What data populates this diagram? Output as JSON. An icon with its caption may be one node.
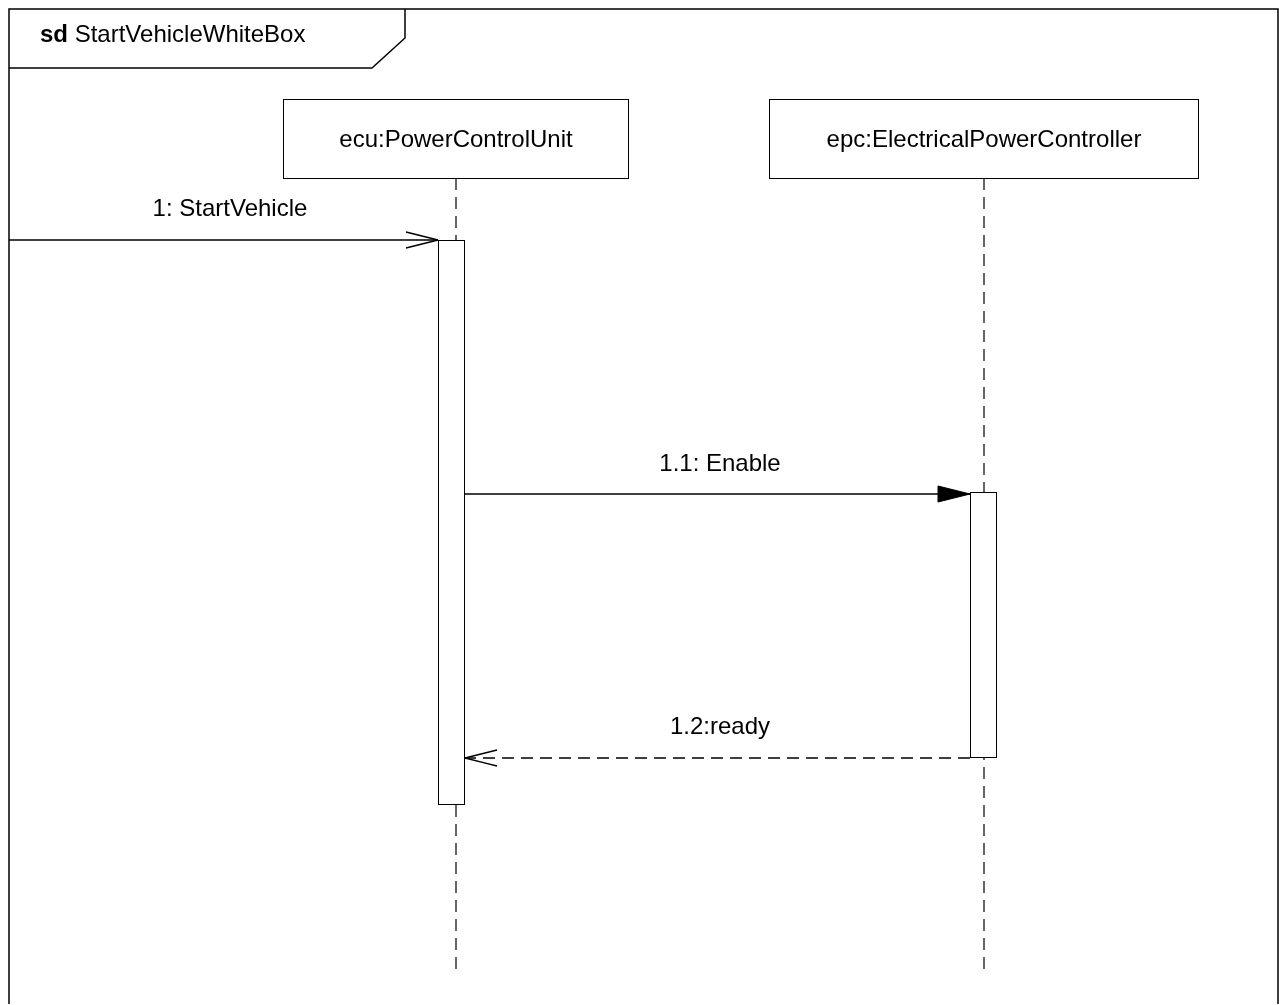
{
  "diagram": {
    "title": "**sd** StartVehicleWhiteBox",
    "nodes": [
      {
        "text": [
          "ecu:PowerControlUnit"
        ]
      },
      {
        "text": [
          "epc:ElectricalPowerController"
        ]
      },
      {
        "text": [],
        "shape": "bar"
      },
      {
        "text": [],
        "shape": "bar"
      }
    ],
    "edges": [
      {
        "from": null,
        "to": 2,
        "arrow": "to",
        "label": "1: StartVehicle"
      },
      {
        "from": 2,
        "to": 3,
        "arrow": "to",
        "label": "1.1: Enable"
      },
      {
        "from": 3,
        "to": 2,
        "arrow": "to",
        "label": "1.2:ready",
        "style": "dashed"
      }
    ]
  }
}
